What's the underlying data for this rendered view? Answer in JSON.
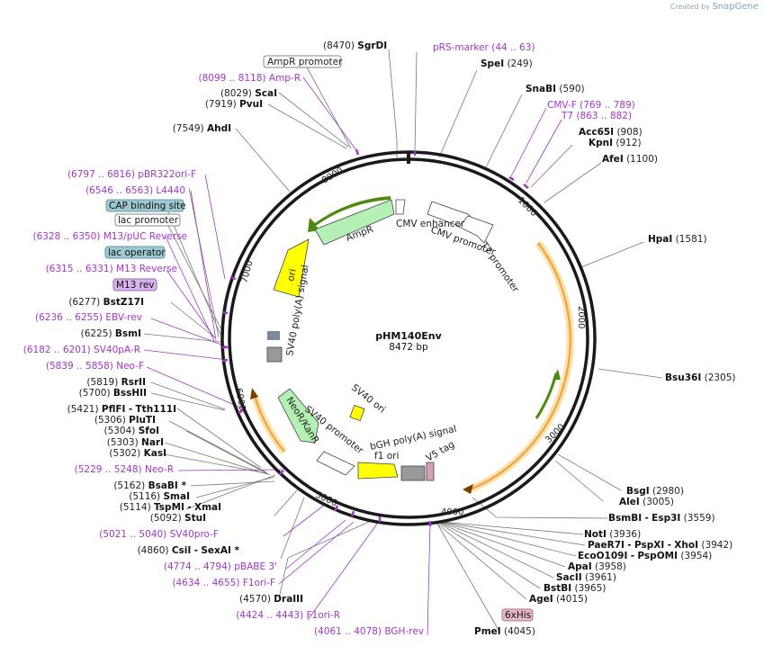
{
  "credit": {
    "prefix": "Created by",
    "brand": "SnapGene"
  },
  "plasmid": {
    "name": "pHM140Env",
    "size": "8472 bp"
  },
  "ticks": [
    "1000",
    "2000",
    "3000",
    "4000",
    "5000",
    "6000",
    "7000",
    "8000"
  ],
  "features": {
    "cmv_enhancer": "CMV enhancer",
    "cmv_promoter": "CMV promoter",
    "t7_promoter": "T7 promoter",
    "ampr": "AmpR",
    "ori": "ori",
    "sv40_polya": "SV40 poly(A) signal",
    "sv40_ori": "SV40 ori",
    "sv40_promoter": "SV40 promoter",
    "neor": "NeoR/KanR",
    "bgh_polya": "bGH poly(A) signal",
    "f1_ori": "f1 ori",
    "v5_tag": "V5 tag"
  },
  "boxed": {
    "ampr_promoter": "AmpR promoter",
    "cap_site": "CAP binding site",
    "lac_promoter": "lac promoter",
    "lac_operator": "lac operator",
    "m13_rev": "M13 rev",
    "his": "6xHis"
  },
  "colors": {
    "ring": "#1a1a1a",
    "primer": "#a335c9",
    "green_feature": "#b3f0b3",
    "yellow_feature": "#ffff00",
    "orange_orf": "#e8a04a",
    "lac_box": "#9ec8d2",
    "m13_box": "#d8b2ee",
    "his_box": "#e6b8c8"
  },
  "labels": {
    "sgrdi": {
      "pos": "(8470)",
      "name": "SgrDI"
    },
    "prs": {
      "name": "pRS-marker",
      "pos": "(44 .. 63)"
    },
    "spei": {
      "name": "SpeI",
      "pos": "(249)"
    },
    "snabi": {
      "name": "SnaBI",
      "pos": "(590)"
    },
    "cmvf": {
      "name": "CMV-F",
      "pos": "(769 .. 789)"
    },
    "t7": {
      "name": "T7",
      "pos": "(863 .. 882)"
    },
    "acc65i": {
      "name": "Acc65I",
      "pos": "(908)"
    },
    "kpni": {
      "name": "KpnI",
      "pos": "(912)"
    },
    "afei": {
      "name": "AfeI",
      "pos": "(1100)"
    },
    "hpai": {
      "name": "HpaI",
      "pos": "(1581)"
    },
    "bsu36i": {
      "name": "Bsu36I",
      "pos": "(2305)"
    },
    "bsgi": {
      "name": "BsgI",
      "pos": "(2980)"
    },
    "alei": {
      "name": "AleI",
      "pos": "(3005)"
    },
    "bsmbi": {
      "name": "BsmBI",
      "sep": "-",
      "name2": "Esp3I",
      "pos": "(3559)"
    },
    "noti": {
      "name": "NotI",
      "pos": "(3936)"
    },
    "paer7i": {
      "name": "PaeR7I",
      "sep1": "-",
      "name2": "PspXI",
      "sep2": "-",
      "name3": "XhoI",
      "pos": "(3942)"
    },
    "eco": {
      "name": "EcoO109I",
      "sep": "-",
      "name2": "PspOMI",
      "pos": "(3954)"
    },
    "apai": {
      "name": "ApaI",
      "pos": "(3958)"
    },
    "sacii": {
      "name": "SacII",
      "pos": "(3961)"
    },
    "bstbi": {
      "name": "BstBI",
      "pos": "(3965)"
    },
    "agei": {
      "name": "AgeI",
      "pos": "(4015)"
    },
    "pmei": {
      "name": "PmeI",
      "pos": "(4045)"
    },
    "bghrev": {
      "pos": "(4061 .. 4078)",
      "name": "BGH-rev"
    },
    "f1orir": {
      "pos": "(4424 .. 4443)",
      "name": "F1ori-R"
    },
    "draiii": {
      "pos": "(4570)",
      "name": "DraIII"
    },
    "f1orif": {
      "pos": "(4634 .. 4655)",
      "name": "F1ori-F"
    },
    "pbabe": {
      "pos": "(4774 .. 4794)",
      "name": "pBABE 3'"
    },
    "csii": {
      "pos": "(4860)",
      "name": "CsiI",
      "sep": "-",
      "name2": "SexAI *"
    },
    "sv40prof": {
      "pos": "(5021 .. 5040)",
      "name": "SV40pro-F"
    },
    "stui": {
      "pos": "(5092)",
      "name": "StuI"
    },
    "tspmi": {
      "pos": "(5114)",
      "name": "TspMI",
      "sep": "-",
      "name2": "XmaI"
    },
    "smai": {
      "pos": "(5116)",
      "name": "SmaI"
    },
    "bsabi": {
      "pos": "(5162)",
      "name": "BsaBI *"
    },
    "neor_primer": {
      "pos": "(5229 .. 5248)",
      "name": "Neo-R"
    },
    "kasi": {
      "pos": "(5302)",
      "name": "KasI"
    },
    "nari": {
      "pos": "(5303)",
      "name": "NarI"
    },
    "sfoi": {
      "pos": "(5304)",
      "name": "SfoI"
    },
    "pluti": {
      "pos": "(5306)",
      "name": "PluTI"
    },
    "pflfi": {
      "pos": "(5421)",
      "name": "PflFI",
      "sep": "-",
      "name2": "Tth111I"
    },
    "bsshii": {
      "pos": "(5700)",
      "name": "BssHII"
    },
    "rsrii": {
      "pos": "(5819)",
      "name": "RsrII"
    },
    "neof": {
      "pos": "(5839 .. 5858)",
      "name": "Neo-F"
    },
    "sv40par": {
      "pos": "(6182 .. 6201)",
      "name": "SV40pA-R"
    },
    "bsmi": {
      "pos": "(6225)",
      "name": "BsmI"
    },
    "ebvrev": {
      "pos": "(6236 .. 6255)",
      "name": "EBV-rev"
    },
    "bstz17i": {
      "pos": "(6277)",
      "name": "BstZ17I"
    },
    "m13reverse": {
      "pos": "(6315 .. 6331)",
      "name": "M13 Reverse"
    },
    "m13puc": {
      "pos": "(6328 .. 6350)",
      "name": "M13/pUC Reverse"
    },
    "l4440": {
      "pos": "(6546 .. 6563)",
      "name": "L4440"
    },
    "pbr322": {
      "pos": "(6797 .. 6816)",
      "name": "pBR322ori-F"
    },
    "ahdi": {
      "pos": "(7549)",
      "name": "AhdI"
    },
    "pvui": {
      "pos": "(7919)",
      "name": "PvuI"
    },
    "scai": {
      "pos": "(8029)",
      "name": "ScaI"
    },
    "ampr_primer": {
      "pos": "(8099 .. 8118)",
      "name": "Amp-R"
    }
  }
}
